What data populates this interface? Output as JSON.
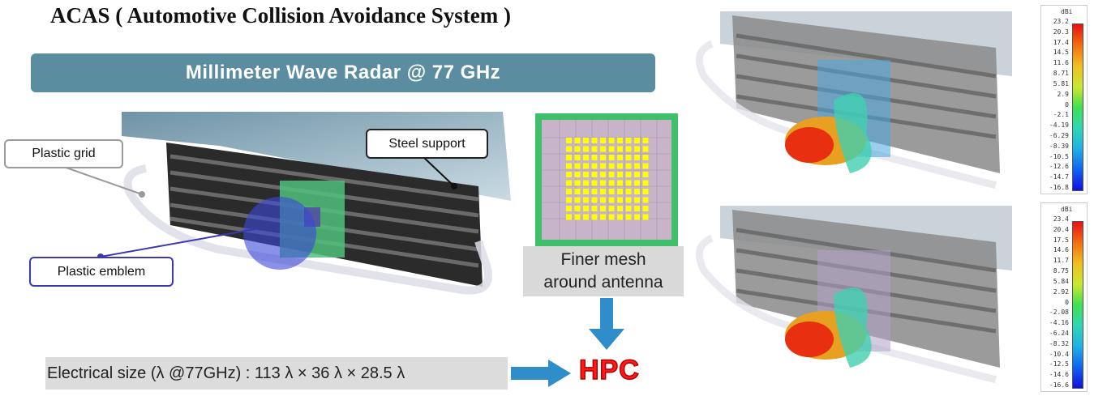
{
  "title": "ACAS ( Automotive Collision Avoidance System )",
  "banner": "Millimeter Wave Radar @ 77 GHz",
  "labels": {
    "plastic_grid": "Plastic grid",
    "steel_support": "Steel support",
    "plastic_emblem": "Plastic emblem"
  },
  "mesh_caption": {
    "line1": "Finer mesh",
    "line2": "around antenna"
  },
  "electrical_size": "Electrical size (λ @77GHz)  : 113 λ × 36 λ × 28.5 λ",
  "hpc": "HPC",
  "colorbars": [
    {
      "unit": "dBi",
      "ticks": [
        "23.2",
        "20.3",
        "17.4",
        "14.5",
        "11.6",
        "8.71",
        "5.81",
        "2.9",
        "0",
        "-2.1",
        "-4.19",
        "-6.29",
        "-8.39",
        "-10.5",
        "-12.6",
        "-14.7",
        "-16.8"
      ]
    },
    {
      "unit": "dBi",
      "ticks": [
        "23.4",
        "20.4",
        "17.5",
        "14.6",
        "11.7",
        "8.75",
        "5.84",
        "2.92",
        "0",
        "-2.08",
        "-4.16",
        "-6.24",
        "-8.32",
        "-10.4",
        "-12.5",
        "-14.6",
        "-16.6"
      ]
    }
  ],
  "colors": {
    "banner": "#5b8da0",
    "hpc": "#ff1a1a",
    "emblem": "#3a3ab0",
    "arrow": "#2f8ec9",
    "mesh_border": "#2aa84a",
    "mesh_dot": "#ffff00"
  }
}
